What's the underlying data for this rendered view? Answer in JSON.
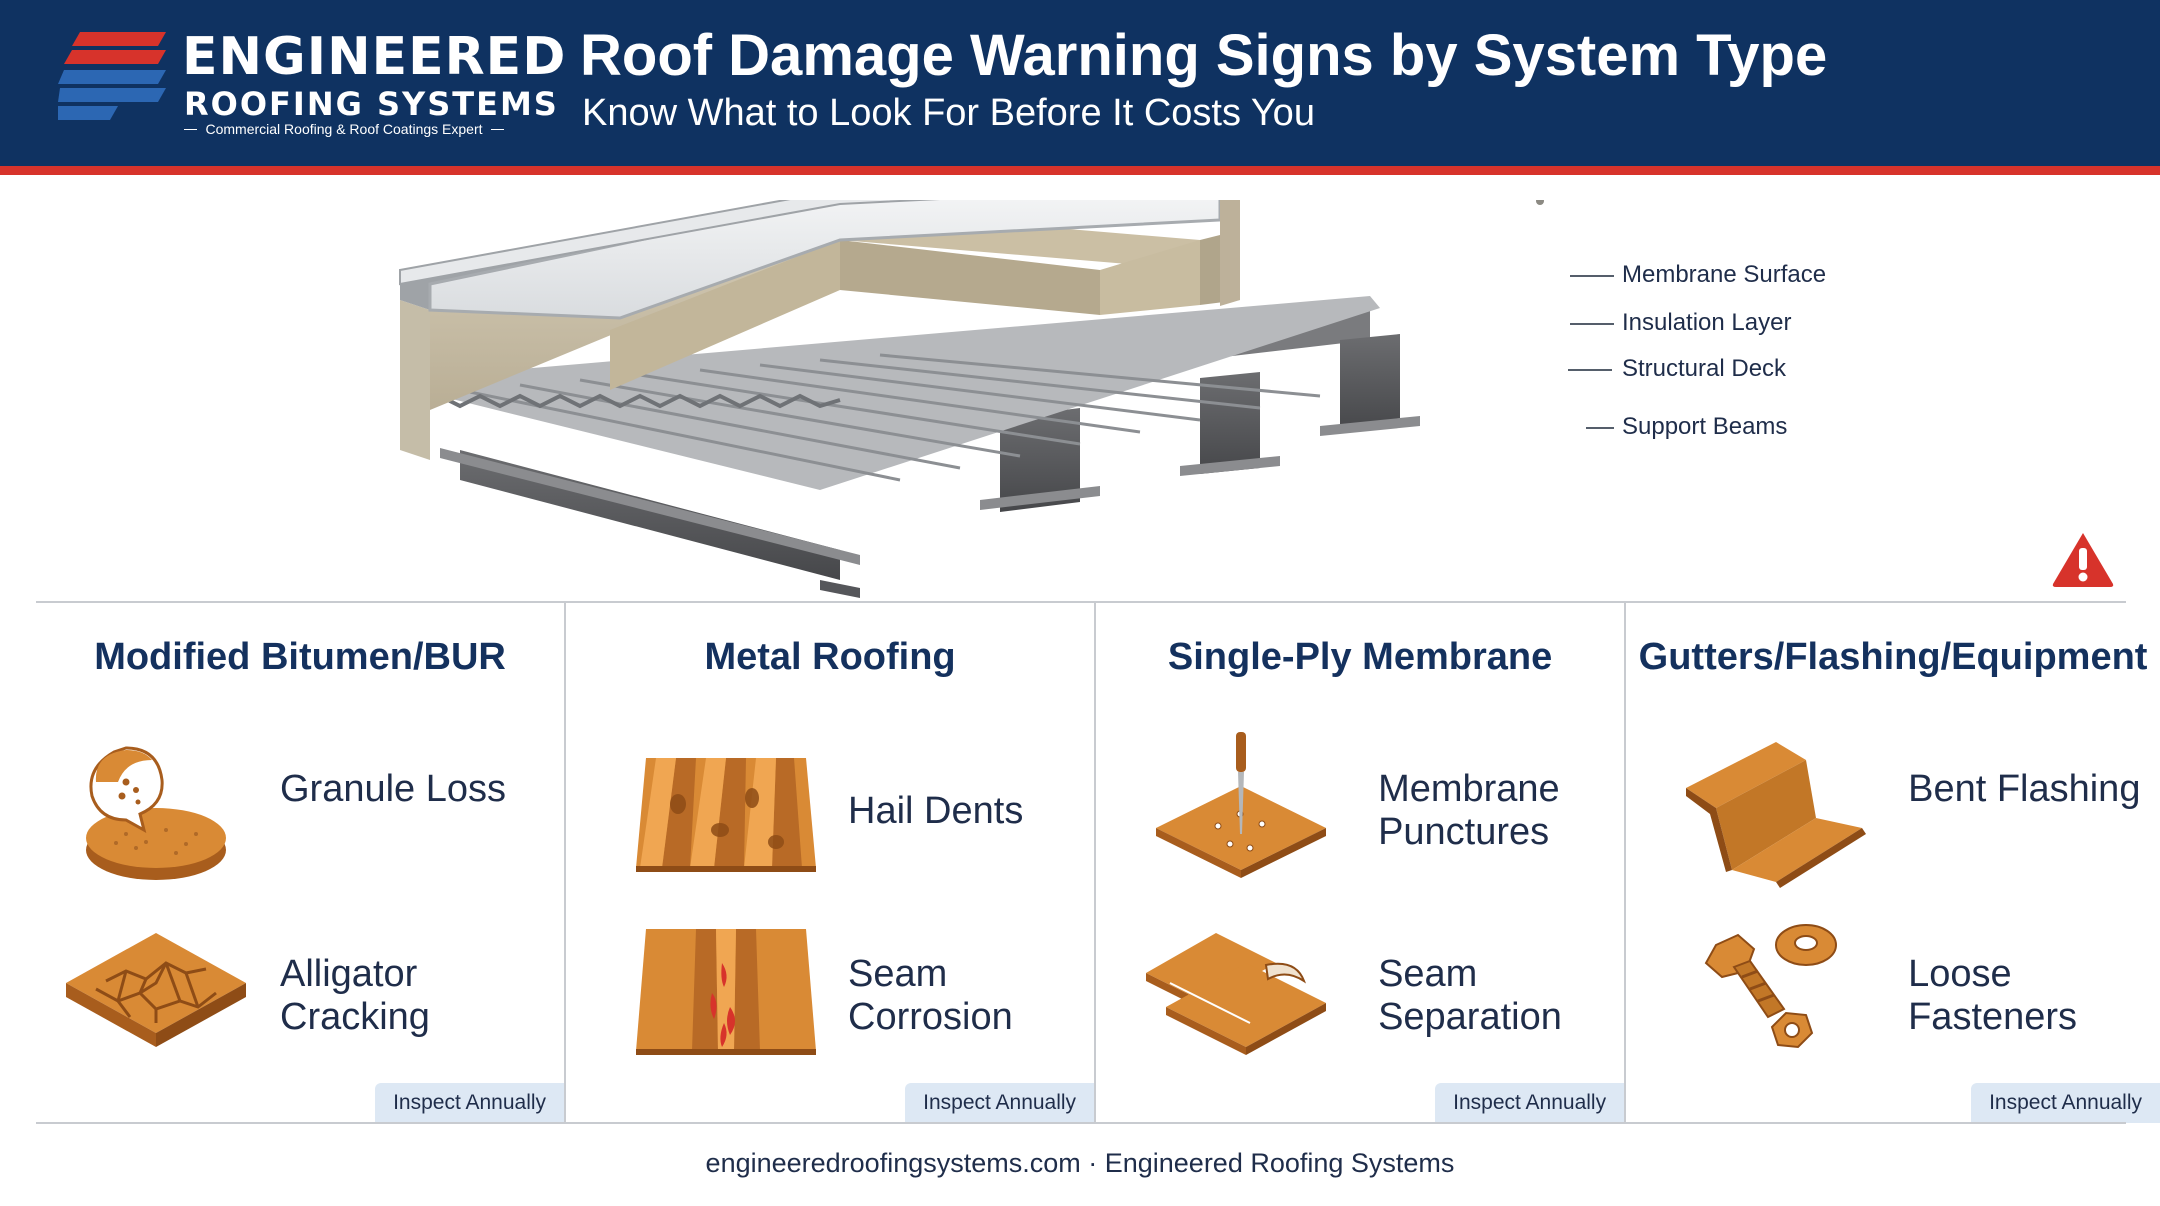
{
  "header": {
    "brand_title": "ENGINEERED",
    "brand_subtitle": "ROOFING SYSTEMS",
    "brand_tagline": "Commercial Roofing & Roof Coatings Expert",
    "title": "Roof Damage Warning Signs by System Type",
    "subtitle": "Know What to Look For Before It Costs You",
    "colors": {
      "navy": "#0f3261",
      "red": "#d7332b",
      "accent": "#d98a35"
    }
  },
  "diagram": {
    "layers": [
      {
        "label": "Membrane Surface"
      },
      {
        "label": "Insulation Layer"
      },
      {
        "label": "Structural Deck"
      },
      {
        "label": "Support Beams"
      }
    ],
    "alert_icon": "warning-triangle-icon"
  },
  "panels": [
    {
      "title": "Modified Bitumen/BUR",
      "items": [
        {
          "label": "Granule Loss",
          "icon": "granule-loss-icon"
        },
        {
          "label": "Alligator Cracking",
          "icon": "alligator-cracking-icon"
        }
      ],
      "badge": "Inspect Annually"
    },
    {
      "title": "Metal Roofing",
      "items": [
        {
          "label": "Hail Dents",
          "icon": "hail-dents-icon"
        },
        {
          "label": "Seam Corrosion",
          "icon": "seam-corrosion-icon"
        }
      ],
      "badge": "Inspect Annually"
    },
    {
      "title": "Single-Ply Membrane",
      "items": [
        {
          "label": "Membrane Punctures",
          "icon": "membrane-puncture-icon"
        },
        {
          "label": "Seam Separation",
          "icon": "seam-separation-icon"
        }
      ],
      "badge": "Inspect Annually"
    },
    {
      "title": "Gutters/Flashing/Equipment",
      "items": [
        {
          "label": "Bent Flashing",
          "icon": "bent-flashing-icon"
        },
        {
          "label": "Loose Fasteners",
          "icon": "loose-fasteners-icon"
        }
      ],
      "badge": "Inspect Annually"
    }
  ],
  "footer": {
    "text": "engineeredroofingsystems.com · Engineered Roofing Systems"
  }
}
